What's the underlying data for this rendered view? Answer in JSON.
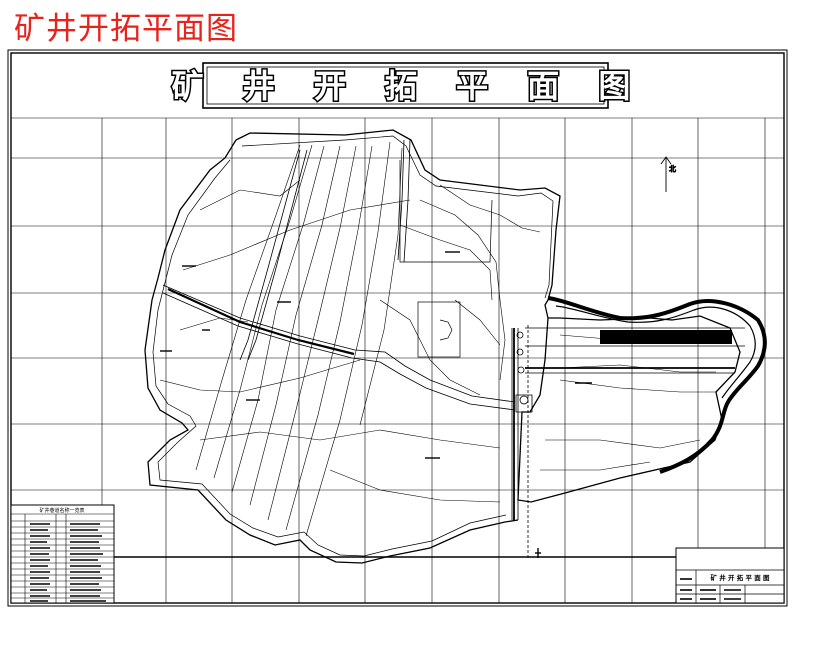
{
  "caption": "矿井开拓平面图",
  "banner_title": "矿 井 开 拓 平 面 图",
  "title_block": {
    "heading": "矿 井 开 拓 平 面 图"
  },
  "legend": {
    "heading": "矿井巷道名称一览表"
  },
  "north_arrow_label": "北",
  "colors": {
    "caption": "#e8231c",
    "line": "#000000",
    "background": "#ffffff"
  }
}
